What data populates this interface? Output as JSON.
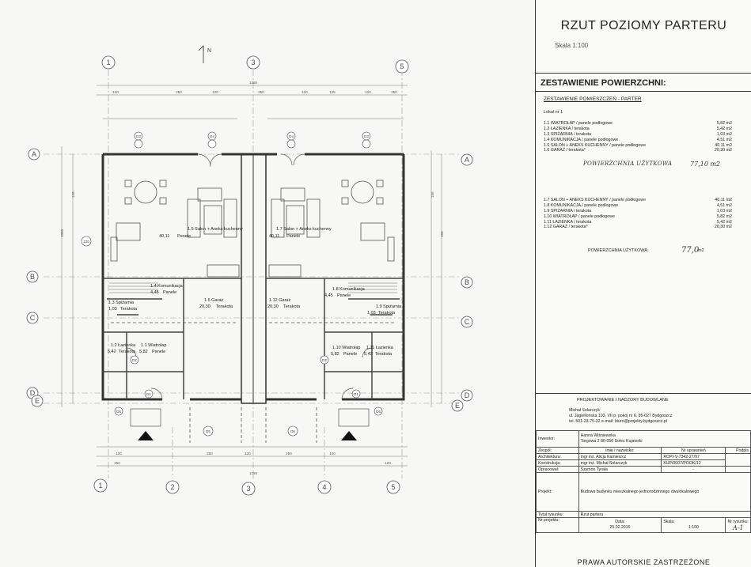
{
  "sheet": {
    "title": "RZUT POZIOMY PARTERU",
    "scale": "Skala 1:100",
    "section_title": "ZESTAWIENIE POWIERZCHNI:",
    "subtitle": "ZESTAWIENIE POMIESZCZEŃ - PARTER",
    "lokal": "Lokal nr 1",
    "rooms1": [
      {
        "name": "1.1 WIATROŁAP / panele podłogowe",
        "area": "5,82 m2"
      },
      {
        "name": "1.2 ŁAZIENKA / terakota",
        "area": "5,42 m2"
      },
      {
        "name": "1.3 SPIŻARNIA / terakota",
        "area": "1,03 m2"
      },
      {
        "name": "1.4 KOMUNIKACJA / panele podłogowe",
        "area": "4,51 m2"
      },
      {
        "name": "1.5 SALON + ANEKS KUCHENNY / panele podłogowe",
        "area": "40,11 m2"
      },
      {
        "name": "1.6 GARAŻ / terakota*",
        "area": "20,30 m2"
      }
    ],
    "pu1_label": "POWIERZCHNIA UŻYTKOWA",
    "pu1_value": "77,10 m2",
    "rooms2": [
      {
        "name": "1.7 SALON + ANEKS KUCHENNY / panele podłogowe",
        "area": "40,11 m2"
      },
      {
        "name": "1.8 KOMUNIKACJA / panele podłogowe",
        "area": "4,51 m2"
      },
      {
        "name": "1.9 SPIŻARNIA / terakota",
        "area": "1,03 m2"
      },
      {
        "name": "1.10 WIATROŁAP / panele podłogowe",
        "area": "5,82 m2"
      },
      {
        "name": "1.11 ŁAZIENKA / terakota",
        "area": "5,42 m2"
      },
      {
        "name": "1.12 GARAŻ / terakota*",
        "area": "20,30 m2"
      }
    ],
    "pu2_label": "POWIERZCHNIA UŻYTKOWA:",
    "pu2_value": "77,0",
    "pu2_unit": "m2",
    "firm": {
      "name": "PROJEKTOWANIE I NADZORY BUDOWLANE",
      "person": "Michał Solarczyk",
      "address": "ul. Jagiellońska 103, VII p. pokój nr 6, 85-027 Bydgoszcz",
      "contact": "tel. 501-23-75-32   e-mail: biuro@projekty.bydgoszcz.pl"
    },
    "table": {
      "investor_label": "Inwestor:",
      "investor_name": "Hanna Wiśniewska",
      "investor_addr": "Targowa 2 86-050 Solec Kujawski",
      "team_label": "Zespół:",
      "col_name": "imię i nazwisko:",
      "col_perm": "Nr uprawnień",
      "col_sign": "Podpis",
      "arch_label": "Architektura:",
      "arch_name": "mgr inż. Alicja Kamierzcz",
      "arch_perm": "ROPI-V-7342-27/97",
      "konstr_label": "Konstrukcja:",
      "konstr_name": "mgr inż. Michał Solarczyk",
      "konstr_perm": "KUP/0007/POOK/12",
      "oprac_label": "Opracował:",
      "oprac_name": "Szymon Tyrała",
      "oprac_perm": "-",
      "project_label": "Projekt:",
      "project_name": "Budowa budynku mieszkalnego jednorodzinnego dwulokalowego",
      "drawing_title_label": "Tytuł rysunku:",
      "drawing_title": "Rzut parteru",
      "proj_no_label": "Nr projektu:",
      "date_label": "Data:",
      "date": "25.02.2016",
      "scale_label": "Skala:",
      "scale": "1:100",
      "drawing_no_label": "Nr rysunku:",
      "drawing_no": "A-1"
    },
    "copyright": "PRAWA AUTORSKIE ZASTRZEŻONE"
  },
  "plan": {
    "axes_top": [
      "1",
      "3",
      "5"
    ],
    "axes_bottom": [
      "1",
      "2",
      "3",
      "4",
      "5"
    ],
    "axes_sides": [
      "A",
      "B",
      "C",
      "D",
      "E"
    ],
    "north": "N",
    "rooms": [
      {
        "id": "1.5",
        "name": "1.5 Salon + Aneks kuchenny",
        "area": "40,11",
        "finish": "Panele"
      },
      {
        "id": "1.7",
        "name": "1.7 Salon + Aneks kuchenny",
        "area": "40,11",
        "finish": "Panele"
      },
      {
        "id": "1.6",
        "name": "1.6 Garaż",
        "area": "20,30",
        "finish": "Terakota"
      },
      {
        "id": "1.12",
        "name": "1.12 Garaż",
        "area": "20,30",
        "finish": "Terakota"
      },
      {
        "id": "1.4",
        "name": "1.4 Komunikacja",
        "area": "4,45",
        "finish": "Panele"
      },
      {
        "id": "1.8",
        "name": "1.8 Komunikacja",
        "area": "4,45",
        "finish": "Panele"
      },
      {
        "id": "1.3",
        "name": "1.3 Spiżarnia",
        "area": "1,03",
        "finish": "Terakota"
      },
      {
        "id": "1.9",
        "name": "1.9 Spiżarnia",
        "area": "1,03",
        "finish": "Terakota"
      },
      {
        "id": "1.2",
        "name": "1.2 Łazienka",
        "area": "5,42",
        "finish": "Terakota"
      },
      {
        "id": "1.11",
        "name": "1.11 Łazienka",
        "area": "5,42",
        "finish": "Terakota"
      },
      {
        "id": "1.1",
        "name": "1.1 Wiatrołap",
        "area": "5,82",
        "finish": "Panele"
      },
      {
        "id": "1.10",
        "name": "1.10 Wiatrołap",
        "area": "5,82",
        "finish": "Panele"
      }
    ],
    "tags": [
      "D3",
      "D4",
      "D4",
      "D3",
      "D2",
      "D1",
      "D5",
      "D5",
      "D6",
      "D6",
      "D1",
      "D2"
    ],
    "dims_top": [
      "1265",
      "120",
      "250",
      "120",
      "250",
      "120",
      "125",
      "120",
      "250"
    ],
    "dims_bottom": [
      "1265",
      "120",
      "250",
      "120",
      "250",
      "120",
      "250",
      "120"
    ],
    "dims_side": [
      "1000",
      "120",
      "150",
      "120",
      "150"
    ]
  }
}
